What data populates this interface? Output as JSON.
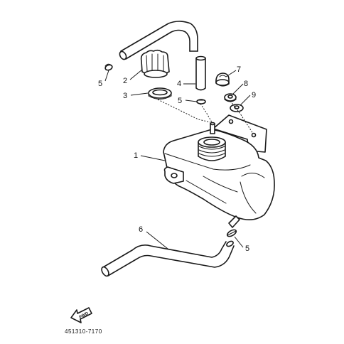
{
  "diagram": {
    "code": "451310-7170",
    "fwd_label": "FWD",
    "callouts": {
      "c1": "1",
      "c2": "2",
      "c3": "3",
      "c4": "4",
      "c5a": "5",
      "c5b": "5",
      "c5c": "5",
      "c6": "6",
      "c7": "7",
      "c8": "8",
      "c9": "9"
    }
  },
  "colors": {
    "line": "#1a1a1a",
    "background": "#ffffff"
  }
}
